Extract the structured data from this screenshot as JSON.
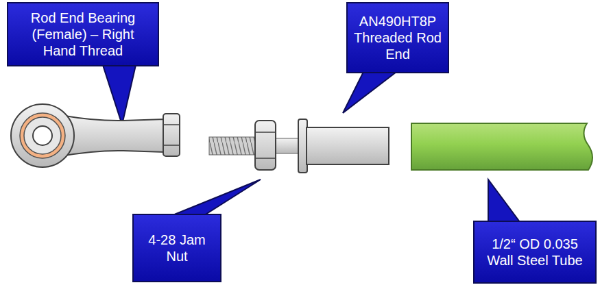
{
  "diagram": {
    "nodes": [
      {
        "text": [
          "Rod End Bearing (Female) – Right Hand Thread"
        ]
      },
      {
        "text": [
          "AN490HT8P Threaded Rod End"
        ]
      },
      {
        "text": [
          "4-28 Jam Nut"
        ]
      },
      {
        "text": [
          "1/2“ OD 0.035 Wall Steel Tube"
        ]
      }
    ]
  }
}
